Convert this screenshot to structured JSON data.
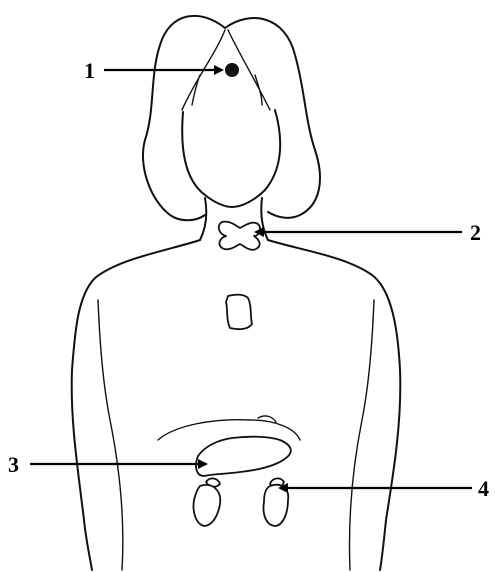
{
  "labels": {
    "one": "1",
    "two": "2",
    "three": "3",
    "four": "4"
  },
  "colors": {
    "line": "#111111",
    "background": "#ffffff"
  }
}
